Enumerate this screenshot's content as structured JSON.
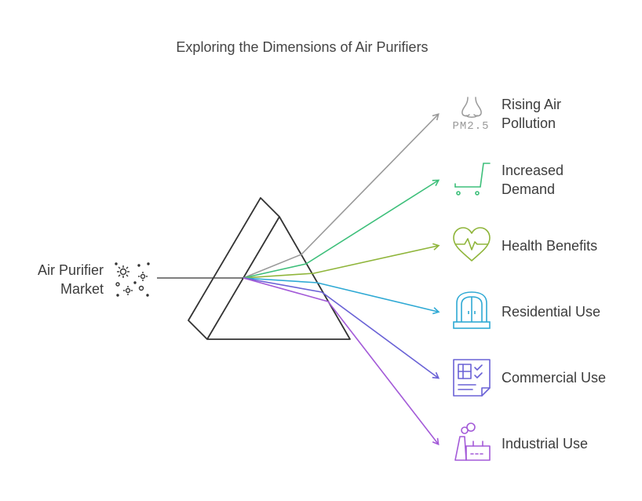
{
  "title": "Exploring the Dimensions of Air Purifiers",
  "source": {
    "line1": "Air Purifier",
    "line2": "Market"
  },
  "outputs": [
    {
      "line1": "Rising Air",
      "line2": "Pollution",
      "icon": "nose-pm25-icon",
      "color": "#999999",
      "icon_text": "PM2.5"
    },
    {
      "line1": "Increased",
      "line2": "Demand",
      "icon": "shopping-cart-icon",
      "color": "#3dbf7a"
    },
    {
      "line1": "Health Benefits",
      "line2": "",
      "icon": "heart-pulse-icon",
      "color": "#8fb53a"
    },
    {
      "line1": "Residential Use",
      "line2": "",
      "icon": "window-house-icon",
      "color": "#2ea9d4"
    },
    {
      "line1": "Commercial Use",
      "line2": "",
      "icon": "document-checklist-icon",
      "color": "#6a62d6"
    },
    {
      "line1": "Industrial Use",
      "line2": "",
      "icon": "factory-icon",
      "color": "#a35ad8"
    }
  ]
}
